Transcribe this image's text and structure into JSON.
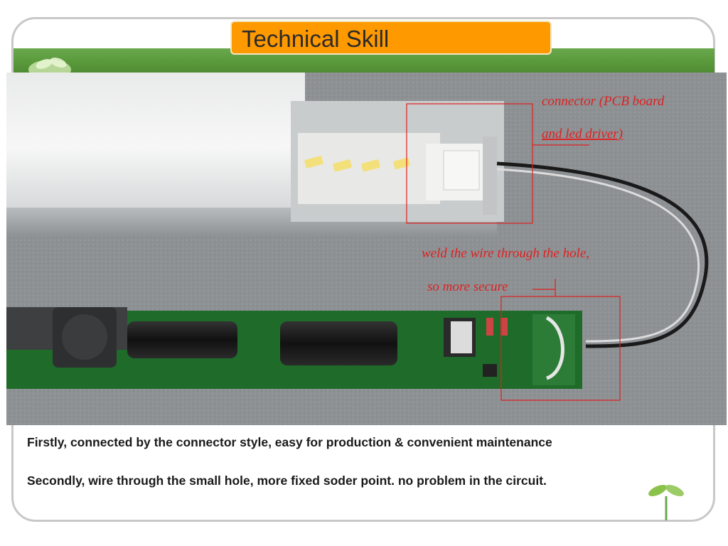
{
  "title": "Technical Skill",
  "photo": {
    "annotation_connector_line1": "connector (PCB board",
    "annotation_connector_line2": "and led driver)",
    "annotation_weld_line1": "weld the wire through the hole,",
    "annotation_weld_line2": "so more secure"
  },
  "captions": {
    "first": "Firstly,  connected by the connector style, easy for production &  convenient maintenance",
    "second": "Secondly, wire  through the small hole,  more fixed soder point. no problem in the circuit."
  },
  "colors": {
    "title_bg": "#ff9900",
    "band": "#5b9a3c",
    "annotation": "#e02020"
  }
}
